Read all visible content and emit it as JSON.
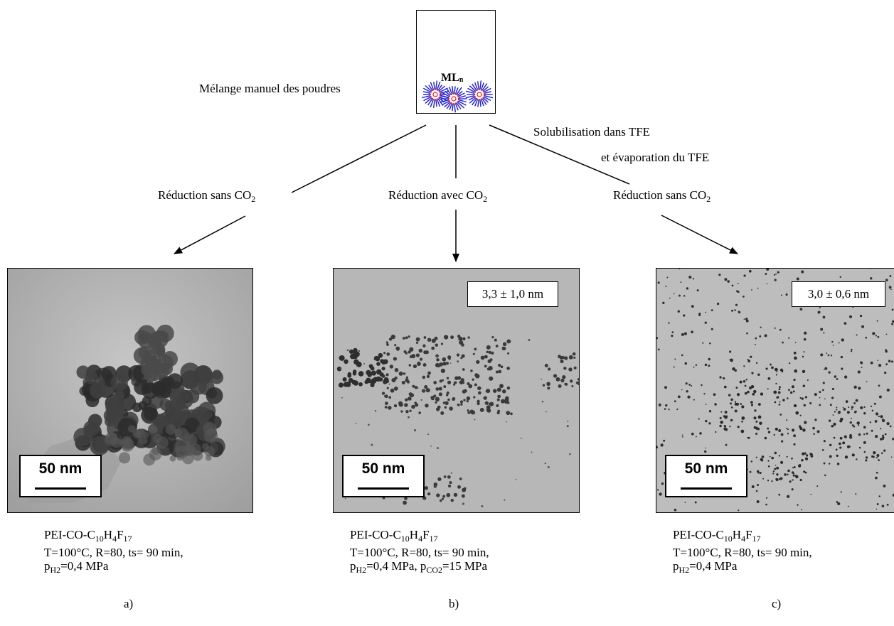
{
  "container": {
    "label_main": "ML",
    "label_sub": "n"
  },
  "left_annotation": "Mélange manuel des poudres",
  "right_annotation": {
    "line1": "Solubilisation dans TFE",
    "line2": "et évaporation du TFE"
  },
  "branches": [
    {
      "label_text": "Réduction sans CO",
      "label_sub": "2",
      "scale_bar": "50 nm",
      "size_label": "",
      "caption": {
        "line1_prefix": "PEI-CO-C",
        "line1_sub1": "10",
        "line1_mid1": "H",
        "line1_sub2": "4",
        "line1_mid2": "F",
        "line1_sub3": "17",
        "line2": "T=100°C, R=80, ts= 90 min,",
        "line3_p": "p",
        "line3_psub": "H2",
        "line3_rest": "=0,4 MPa",
        "line3_p2": "",
        "line3_p2sub": "",
        "line3_rest2": ""
      },
      "letter": "a)"
    },
    {
      "label_text": "Réduction avec CO",
      "label_sub": "2",
      "scale_bar": "50 nm",
      "size_label": "3,3 ± 1,0 nm",
      "caption": {
        "line1_prefix": "PEI-CO-C",
        "line1_sub1": "10",
        "line1_mid1": "H",
        "line1_sub2": "4",
        "line1_mid2": "F",
        "line1_sub3": "17",
        "line2": "T=100°C, R=80, ts= 90 min,",
        "line3_p": "p",
        "line3_psub": "H2",
        "line3_rest": "=0,4 MPa, ",
        "line3_p2": "p",
        "line3_p2sub": "CO2",
        "line3_rest2": "=15 MPa"
      },
      "letter": "b)"
    },
    {
      "label_text": "Réduction sans CO",
      "label_sub": "2",
      "scale_bar": "50 nm",
      "size_label": "3,0 ± 0,6 nm",
      "caption": {
        "line1_prefix": "PEI-CO-C",
        "line1_sub1": "10",
        "line1_mid1": "H",
        "line1_sub2": "4",
        "line1_mid2": "F",
        "line1_sub3": "17",
        "line2": "T=100°C, R=80, ts= 90 min,",
        "line3_p": "p",
        "line3_psub": "H2",
        "line3_rest": "=0,4 MPa",
        "line3_p2": "",
        "line3_p2sub": "",
        "line3_rest2": ""
      },
      "letter": "c)"
    }
  ]
}
